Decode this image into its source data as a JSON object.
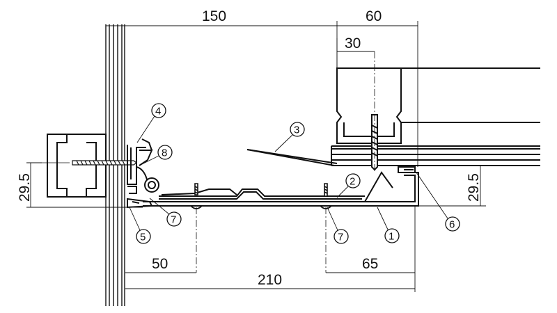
{
  "dimensions": {
    "top_150": "150",
    "top_60": "60",
    "top_30": "30",
    "left_29_5": "29.5",
    "right_29_5": "29.5",
    "bottom_50": "50",
    "bottom_65": "65",
    "bottom_210": "210"
  },
  "callouts": {
    "c1": "1",
    "c2": "2",
    "c3": "3",
    "c4": "4",
    "c5": "5",
    "c6": "6",
    "c7a": "7",
    "c7b": "7",
    "c8": "8"
  }
}
